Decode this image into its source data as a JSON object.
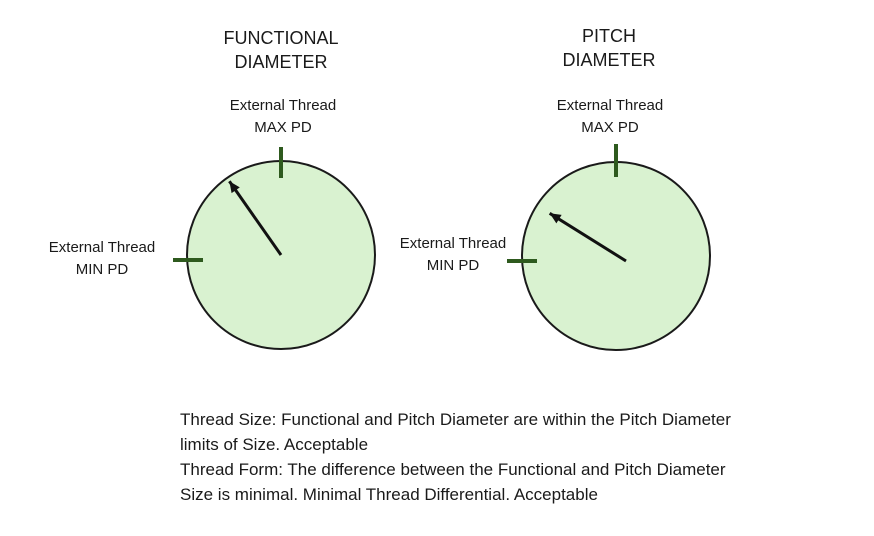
{
  "gauges": [
    {
      "title_line1": "FUNCTIONAL",
      "title_line2": "DIAMETER",
      "max_label_line1": "External Thread",
      "max_label_line2": "MAX PD",
      "min_label_line1": "External Thread",
      "min_label_line2": "MIN PD",
      "needle_angle_deg": -35
    },
    {
      "title_line1": "PITCH",
      "title_line2": "DIAMETER",
      "max_label_line1": "External Thread",
      "max_label_line2": "MAX PD",
      "min_label_line1": "External Thread",
      "min_label_line2": "MIN PD",
      "needle_angle_deg": -58
    }
  ],
  "colors": {
    "dial_fill": "#d9f2d0",
    "dial_stroke": "#1a1a1a",
    "tick": "#2e5a1e",
    "needle": "#111111"
  },
  "notes": {
    "line1": "Thread Size: Functional and Pitch Diameter are within the Pitch Diameter",
    "line2": "limits of Size.  Acceptable",
    "line3": "Thread Form: The difference between the Functional and Pitch Diameter",
    "line4": "Size is minimal.  Minimal Thread Differential. Acceptable"
  }
}
